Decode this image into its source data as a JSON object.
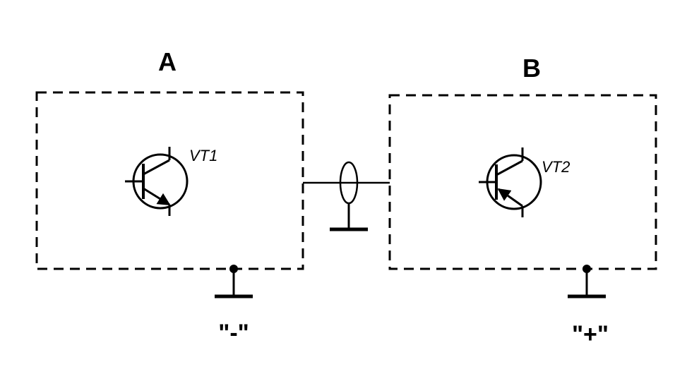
{
  "blocks": {
    "a": {
      "label": "A",
      "transistor_label": "VT1",
      "polarity_label": "\"-\""
    },
    "b": {
      "label": "B",
      "transistor_label": "VT2",
      "polarity_label": "\"+\""
    }
  },
  "colors": {
    "line": "#000000",
    "background": "#ffffff"
  },
  "icons": {
    "transistor_a": "npn-transistor-icon",
    "transistor_b": "pnp-transistor-icon",
    "ground": "ground-icon",
    "probe": "current-probe-icon"
  }
}
